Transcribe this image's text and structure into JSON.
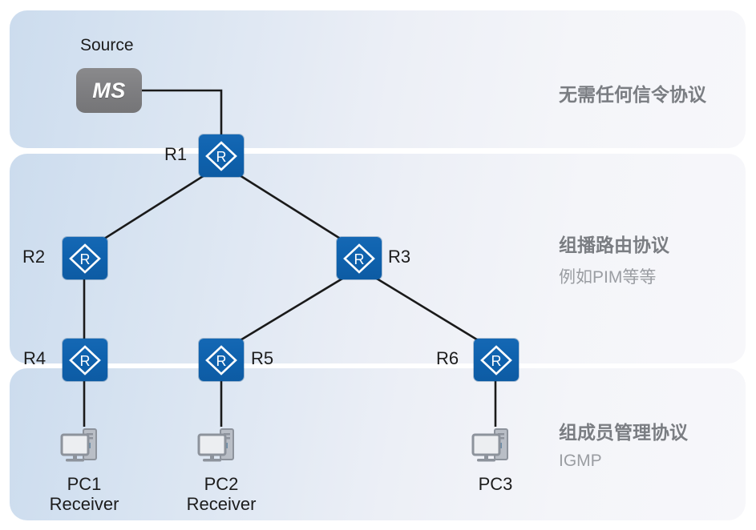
{
  "diagram": {
    "title_source_label": "Source",
    "source_node": {
      "id": "MS",
      "label": "MS"
    },
    "routers": [
      {
        "id": "R1",
        "label": "R1"
      },
      {
        "id": "R2",
        "label": "R2"
      },
      {
        "id": "R3",
        "label": "R3"
      },
      {
        "id": "R4",
        "label": "R4"
      },
      {
        "id": "R5",
        "label": "R5"
      },
      {
        "id": "R6",
        "label": "R6"
      }
    ],
    "hosts": [
      {
        "id": "PC1",
        "name": "PC1",
        "role": "Receiver"
      },
      {
        "id": "PC2",
        "name": "PC2",
        "role": "Receiver"
      },
      {
        "id": "PC3",
        "name": "PC3",
        "role": ""
      }
    ]
  },
  "bands": [
    {
      "id": "source-layer",
      "title": "无需任何信令协议",
      "subtitle": ""
    },
    {
      "id": "routing-layer",
      "title": "组播路由协议",
      "subtitle": "例如PIM等等"
    },
    {
      "id": "member-layer",
      "title": "组成员管理协议",
      "subtitle": "IGMP"
    }
  ],
  "colors": {
    "router_blue": "#0f62ae",
    "source_gray": "#7d7d80",
    "band_blue": "#ccdcee",
    "link_black": "#1a1a1a",
    "text_dark": "#1c1c1c",
    "side_title_gray": "#7a7d82",
    "side_sub_gray": "#9a9da2"
  }
}
